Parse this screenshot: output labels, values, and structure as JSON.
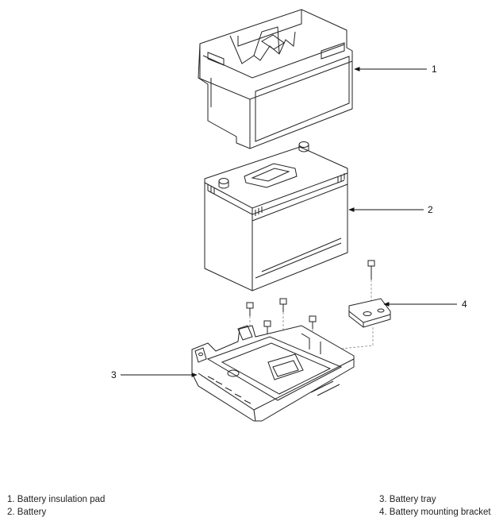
{
  "callouts": [
    "1",
    "2",
    "3",
    "4"
  ],
  "legend": {
    "left": [
      "1. Battery insulation pad",
      "2. Battery"
    ],
    "right": [
      "3. Battery tray",
      "4. Battery mounting bracket"
    ]
  }
}
